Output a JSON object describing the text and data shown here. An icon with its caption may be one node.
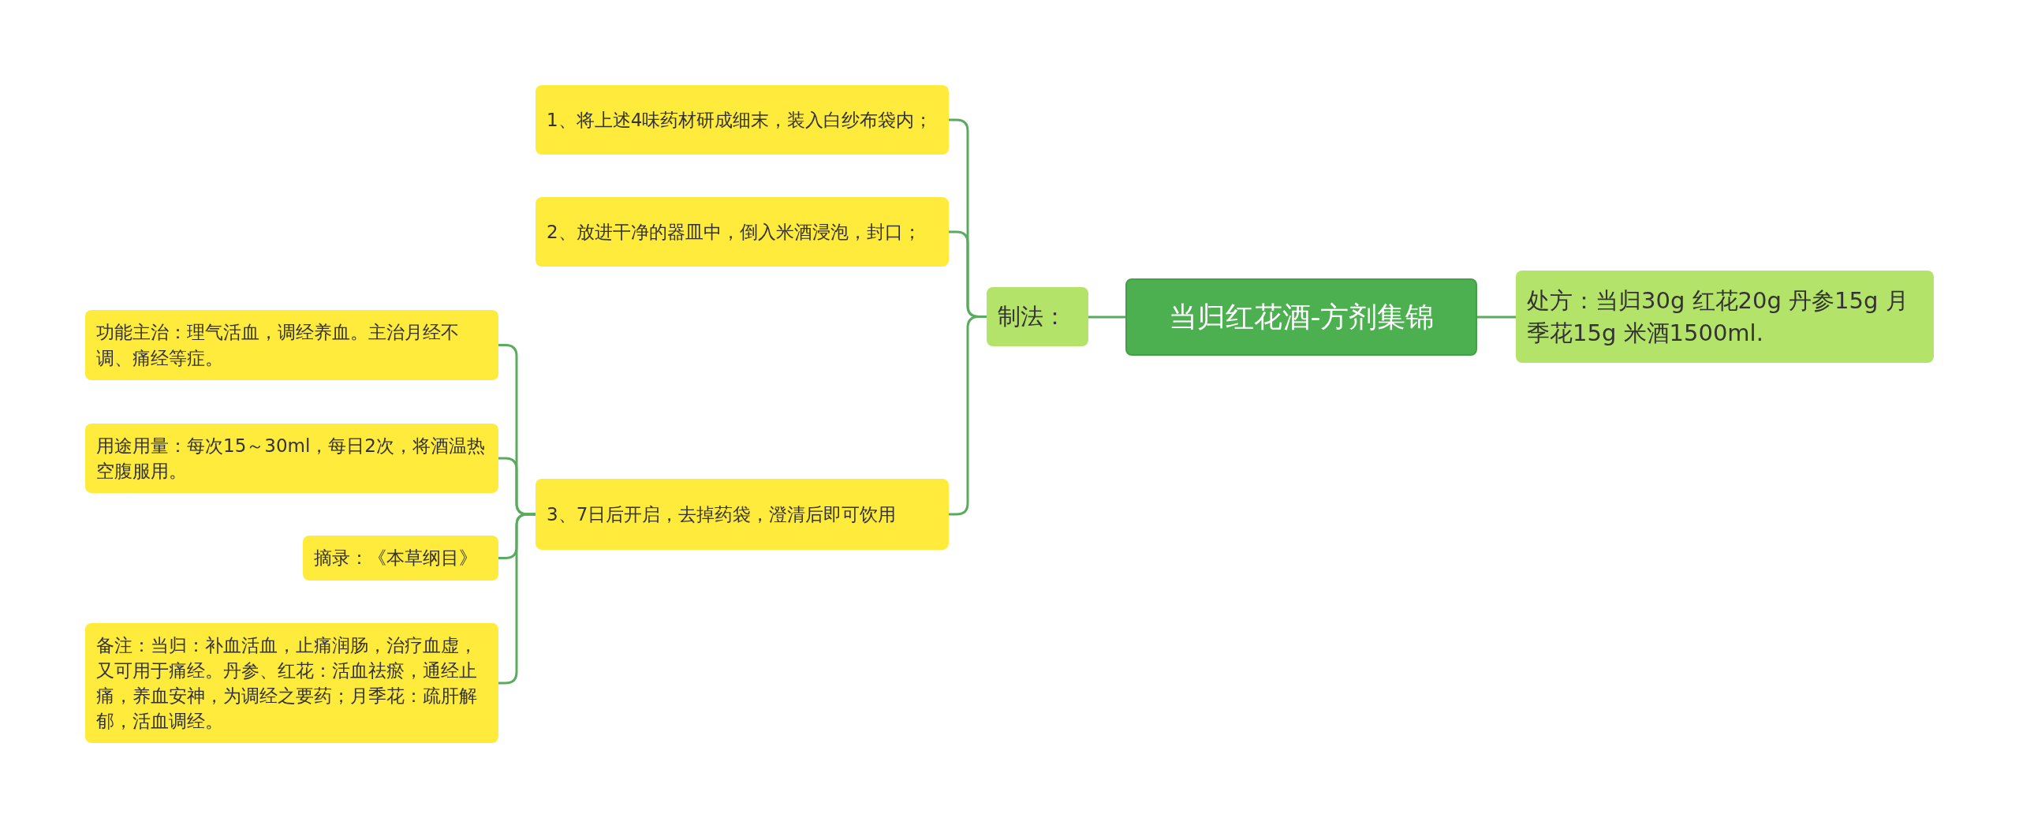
{
  "diagram": {
    "nodes": [
      {
        "text": [
          "当归红花酒-方剂集锦"
        ]
      },
      {
        "text": [
          "处方：当归30g 红花20g 丹参15g 月季花15g 米酒1500ml."
        ]
      },
      {
        "text": [
          "制法："
        ]
      },
      {
        "text": [
          "1、将上述4味药材研成细末，装入白纱布袋内；"
        ]
      },
      {
        "text": [
          "2、放进干净的器皿中，倒入米酒浸泡，封口；"
        ]
      },
      {
        "text": [
          "3、7日后开启，去掉药袋，澄清后即可饮用"
        ]
      },
      {
        "text": [
          "功能主治：理气活血，调经养血。主治月经不调、痛经等症。"
        ]
      },
      {
        "text": [
          "用途用量：每次15～30ml，每日2次，将酒温热空腹服用。"
        ]
      },
      {
        "text": [
          "摘录：《本草纲目》"
        ]
      },
      {
        "text": [
          "备注：当归：补血活血，止痛润肠，治疗血虚，又可用于痛经。丹参、红花：活血祛瘀，通经止痛，养血安神，为调经之要药；月季花：疏肝解郁，活血调经。"
        ]
      }
    ],
    "edges": [
      {
        "from": 0,
        "to": 1,
        "arrow": "none"
      },
      {
        "from": 0,
        "to": 2,
        "arrow": "none"
      },
      {
        "from": 2,
        "to": 3,
        "arrow": "none"
      },
      {
        "from": 2,
        "to": 4,
        "arrow": "none"
      },
      {
        "from": 2,
        "to": 5,
        "arrow": "none"
      },
      {
        "from": 5,
        "to": 6,
        "arrow": "none"
      },
      {
        "from": 5,
        "to": 7,
        "arrow": "none"
      },
      {
        "from": 5,
        "to": 8,
        "arrow": "none"
      },
      {
        "from": 5,
        "to": 9,
        "arrow": "none"
      }
    ]
  }
}
